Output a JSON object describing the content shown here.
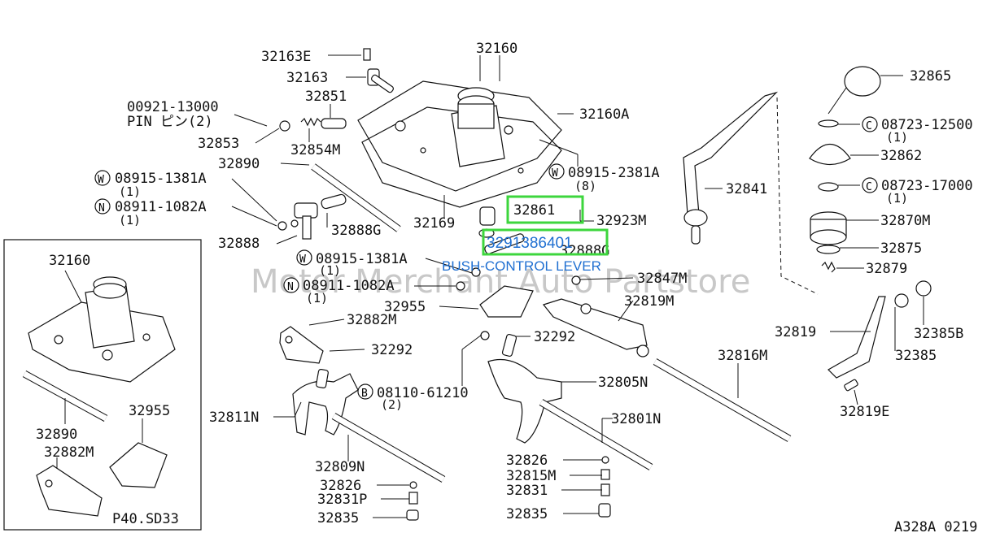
{
  "watermark": "Motor Merchant Auto Partstore",
  "diagram_code": "A328A 0219",
  "inset_code": "P40.SD33",
  "highlight": {
    "part": "32861",
    "part_number": "3291386401",
    "part_name": "BUSH-CONTROL LEVER",
    "color": "#3dd63d",
    "text_color": "#1f6fd1"
  },
  "labels": {
    "l32163e": "32163E",
    "l32160": "32160",
    "l32163": "32163",
    "l32851": "32851",
    "l00921": "00921-13000",
    "lpin": "PIN ピン(2)",
    "l32853": "32853",
    "l32854m": "32854M",
    "l32160a": "32160A",
    "l32890": "32890",
    "lw08915_1381a": "08915-1381A",
    "lq1a": "(1)",
    "ln08911": "08911-1082A",
    "lq1b": "(1)",
    "l32888g": "32888G",
    "l32169": "32169",
    "l32888": "32888",
    "lw08915_2381a": "08915-2381A",
    "lq8": "(8)",
    "l32923m": "32923M",
    "l32888g2": "32888G",
    "lw08915_1381a_2": "08915-1381A",
    "lq1c": "(1)",
    "ln08911_2": "08911-1082A",
    "lq1d": "(1)",
    "l32847m": "32847M",
    "l32955": "32955",
    "l32819m": "32819M",
    "l32882m": "32882M",
    "l32292a": "32292",
    "l32292b": "32292",
    "lb08110": "08110-61210",
    "lq2": "(2)",
    "l32805n": "32805N",
    "l32811n": "32811N",
    "l32801n": "32801N",
    "l32809n": "32809N",
    "l32826a": "32826",
    "l32831p": "32831P",
    "l32835a": "32835",
    "l32826b": "32826",
    "l32815m": "32815M",
    "l32831": "32831",
    "l32835b": "32835",
    "l32816m": "32816M",
    "l32841": "32841",
    "l32865": "32865",
    "lc08723_12500": "08723-12500",
    "lq1e": "(1)",
    "l32862": "32862",
    "lc08723_17000": "08723-17000",
    "lq1f": "(1)",
    "l32870m": "32870M",
    "l32875": "32875",
    "l32879": "32879",
    "l32819": "32819",
    "l32385b": "32385B",
    "l32385": "32385",
    "l32819e": "32819E",
    "i32160": "32160",
    "i32955": "32955",
    "i32890": "32890",
    "i32882m": "32882M"
  },
  "symbols": {
    "w": "W",
    "n": "N",
    "b": "B",
    "c": "C"
  }
}
